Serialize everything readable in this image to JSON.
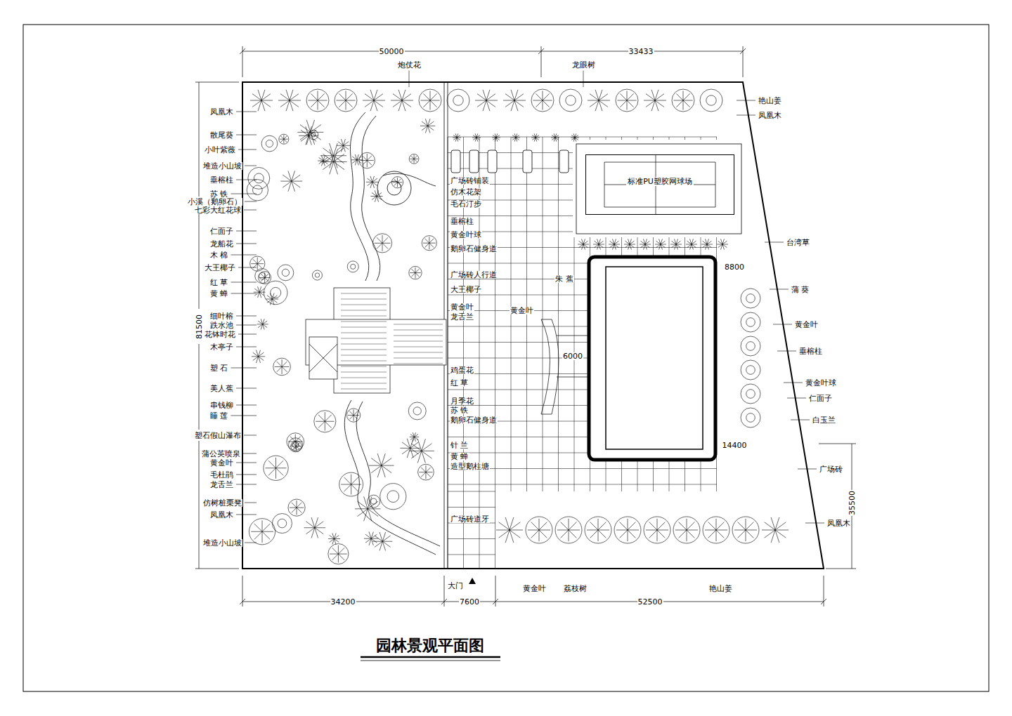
{
  "diagram": {
    "title": "园林景观平面图",
    "nodes": [
      {
        "text": [
          "标准PU塑胶网球场"
        ]
      }
    ],
    "labels": [
      "50000",
      "33433",
      "炮仗花",
      "龙眼树",
      "凤凰木",
      "散尾葵",
      "小叶紫薇",
      "堆造小山坡",
      "垂榕柱",
      "苏 铁",
      "小溪（鹅卵石）",
      "七彩大红花球",
      "仁面子",
      "龙船花",
      "木 棉",
      "大王椰子",
      "红 草",
      "黄 蝉",
      "细叶榕",
      "跌水池",
      "花钵时花",
      "木亭子",
      "塑 石",
      "美人蕉",
      "串钱柳",
      "睡 莲",
      "塑石假山瀑布",
      "蒲公英喷泉",
      "黄金叶",
      "毛杜鹃",
      "龙舌兰",
      "仿树桩栗凳",
      "凤凰木",
      "堆造小山坡",
      "81500",
      "广场砖铺装",
      "仿木花架",
      "毛石汀步",
      "垂榕柱",
      "黄金叶球",
      "鹅卵石健身道",
      "广场砖人行道",
      "大王椰子",
      "黄金叶",
      "龙舌兰",
      "鸡蛋花",
      "红 草",
      "月季花",
      "苏 铁",
      "鹅卵石健身道",
      "针 兰",
      "黄 蝉",
      "造型鹅柱塘",
      "广场砖道牙",
      "朱 蕉",
      "黄金叶",
      "6000",
      "8800",
      "14400",
      "艳山姜",
      "凤凰木",
      "台湾草",
      "蒲 葵",
      "黄金叶",
      "垂榕柱",
      "黄金叶球",
      "仁面子",
      "白玉兰",
      "广场砖",
      "凤凰木",
      "35500",
      "大门",
      "黄金叶",
      "荔枝树",
      "艳山姜",
      "34200",
      "7600",
      "52500"
    ]
  }
}
